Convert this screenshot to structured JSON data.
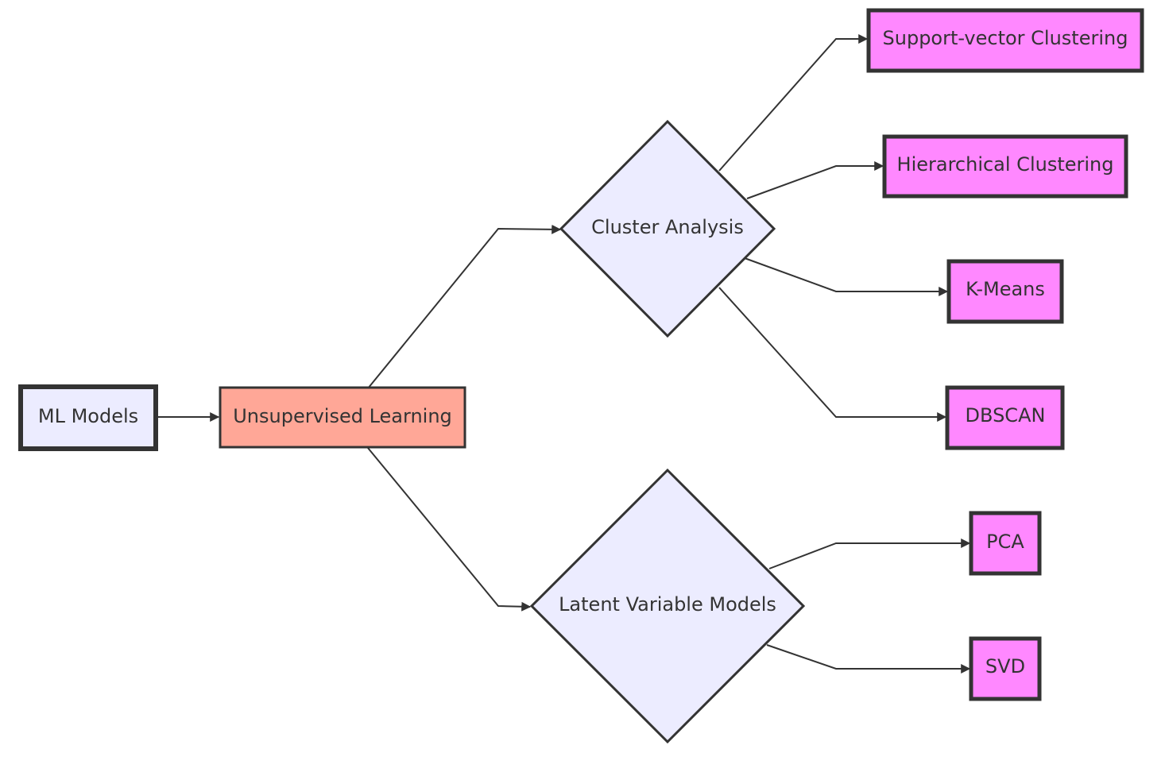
{
  "colors": {
    "root_fill": "#ECECFF",
    "category_fill": "#FFA797",
    "decision_fill": "#ECECFF",
    "leaf_fill": "#FF88FF",
    "stroke": "#333333",
    "edge": "#333333",
    "text": "#333333"
  },
  "nodes": {
    "ml_models": {
      "label": "ML Models",
      "shape": "rectangle"
    },
    "unsupervised": {
      "label": "Unsupervised Learning",
      "shape": "rectangle"
    },
    "cluster_analysis": {
      "label": "Cluster Analysis",
      "shape": "diamond"
    },
    "latent_variable": {
      "label": "Latent Variable Models",
      "shape": "diamond"
    },
    "svc": {
      "label": "Support-vector Clustering",
      "shape": "rectangle"
    },
    "hierarchical": {
      "label": "Hierarchical Clustering",
      "shape": "rectangle"
    },
    "kmeans": {
      "label": "K-Means",
      "shape": "rectangle"
    },
    "dbscan": {
      "label": "DBSCAN",
      "shape": "rectangle"
    },
    "pca": {
      "label": "PCA",
      "shape": "rectangle"
    },
    "svd": {
      "label": "SVD",
      "shape": "rectangle"
    }
  },
  "edges": [
    {
      "from": "ml_models",
      "to": "unsupervised"
    },
    {
      "from": "unsupervised",
      "to": "cluster_analysis"
    },
    {
      "from": "unsupervised",
      "to": "latent_variable"
    },
    {
      "from": "cluster_analysis",
      "to": "svc"
    },
    {
      "from": "cluster_analysis",
      "to": "hierarchical"
    },
    {
      "from": "cluster_analysis",
      "to": "kmeans"
    },
    {
      "from": "cluster_analysis",
      "to": "dbscan"
    },
    {
      "from": "latent_variable",
      "to": "pca"
    },
    {
      "from": "latent_variable",
      "to": "svd"
    }
  ]
}
